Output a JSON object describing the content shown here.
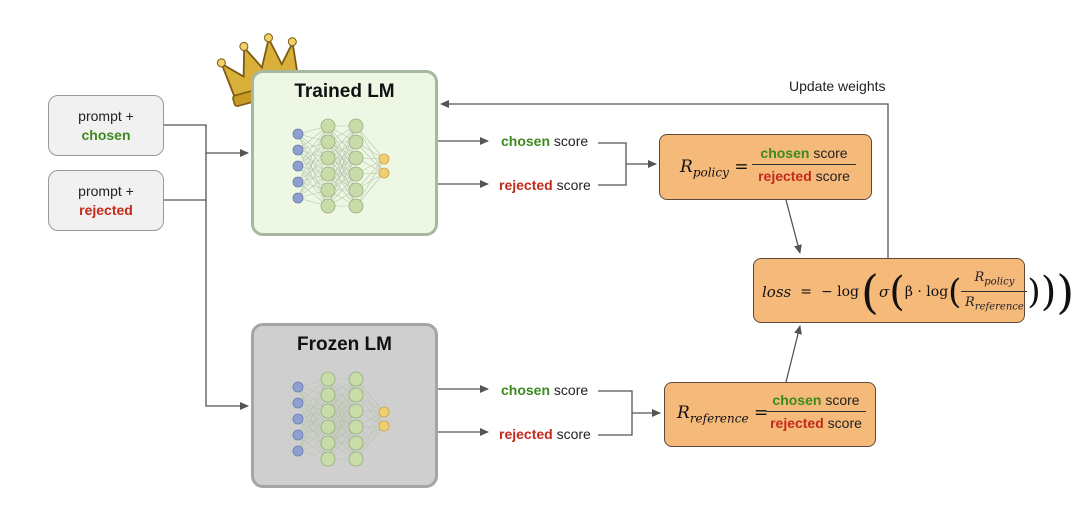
{
  "inputs": [
    {
      "line1": "prompt +",
      "line2": "chosen"
    },
    {
      "line1": "prompt +",
      "line2": "rejected"
    }
  ],
  "trained_lm": {
    "title": "Trained LM"
  },
  "frozen_lm": {
    "title": "Frozen LM"
  },
  "scores": {
    "chosen": "chosen",
    "rejected": "rejected",
    "score_word": "score"
  },
  "policy_box": {
    "symbol": "R",
    "subscript": "policy"
  },
  "reference_box": {
    "symbol": "R",
    "subscript": "reference"
  },
  "loss": {
    "lhs": "loss",
    "eq": "=",
    "neg_log": "− log",
    "sigma": "σ",
    "beta_log": "β · log",
    "num_symbol": "R",
    "num_sub": "policy",
    "den_symbol": "R",
    "den_sub": "reference"
  },
  "update_label": "Update weights",
  "colors": {
    "chosen": "#3d8a1f",
    "rejected": "#c42a1c",
    "orange_fill": "#f5b97a",
    "trained_fill": "#eef7e4",
    "frozen_fill": "#cfcfcf",
    "crown": "#d9b13a"
  },
  "icons": [
    "crown-icon",
    "neural-net-icon"
  ]
}
